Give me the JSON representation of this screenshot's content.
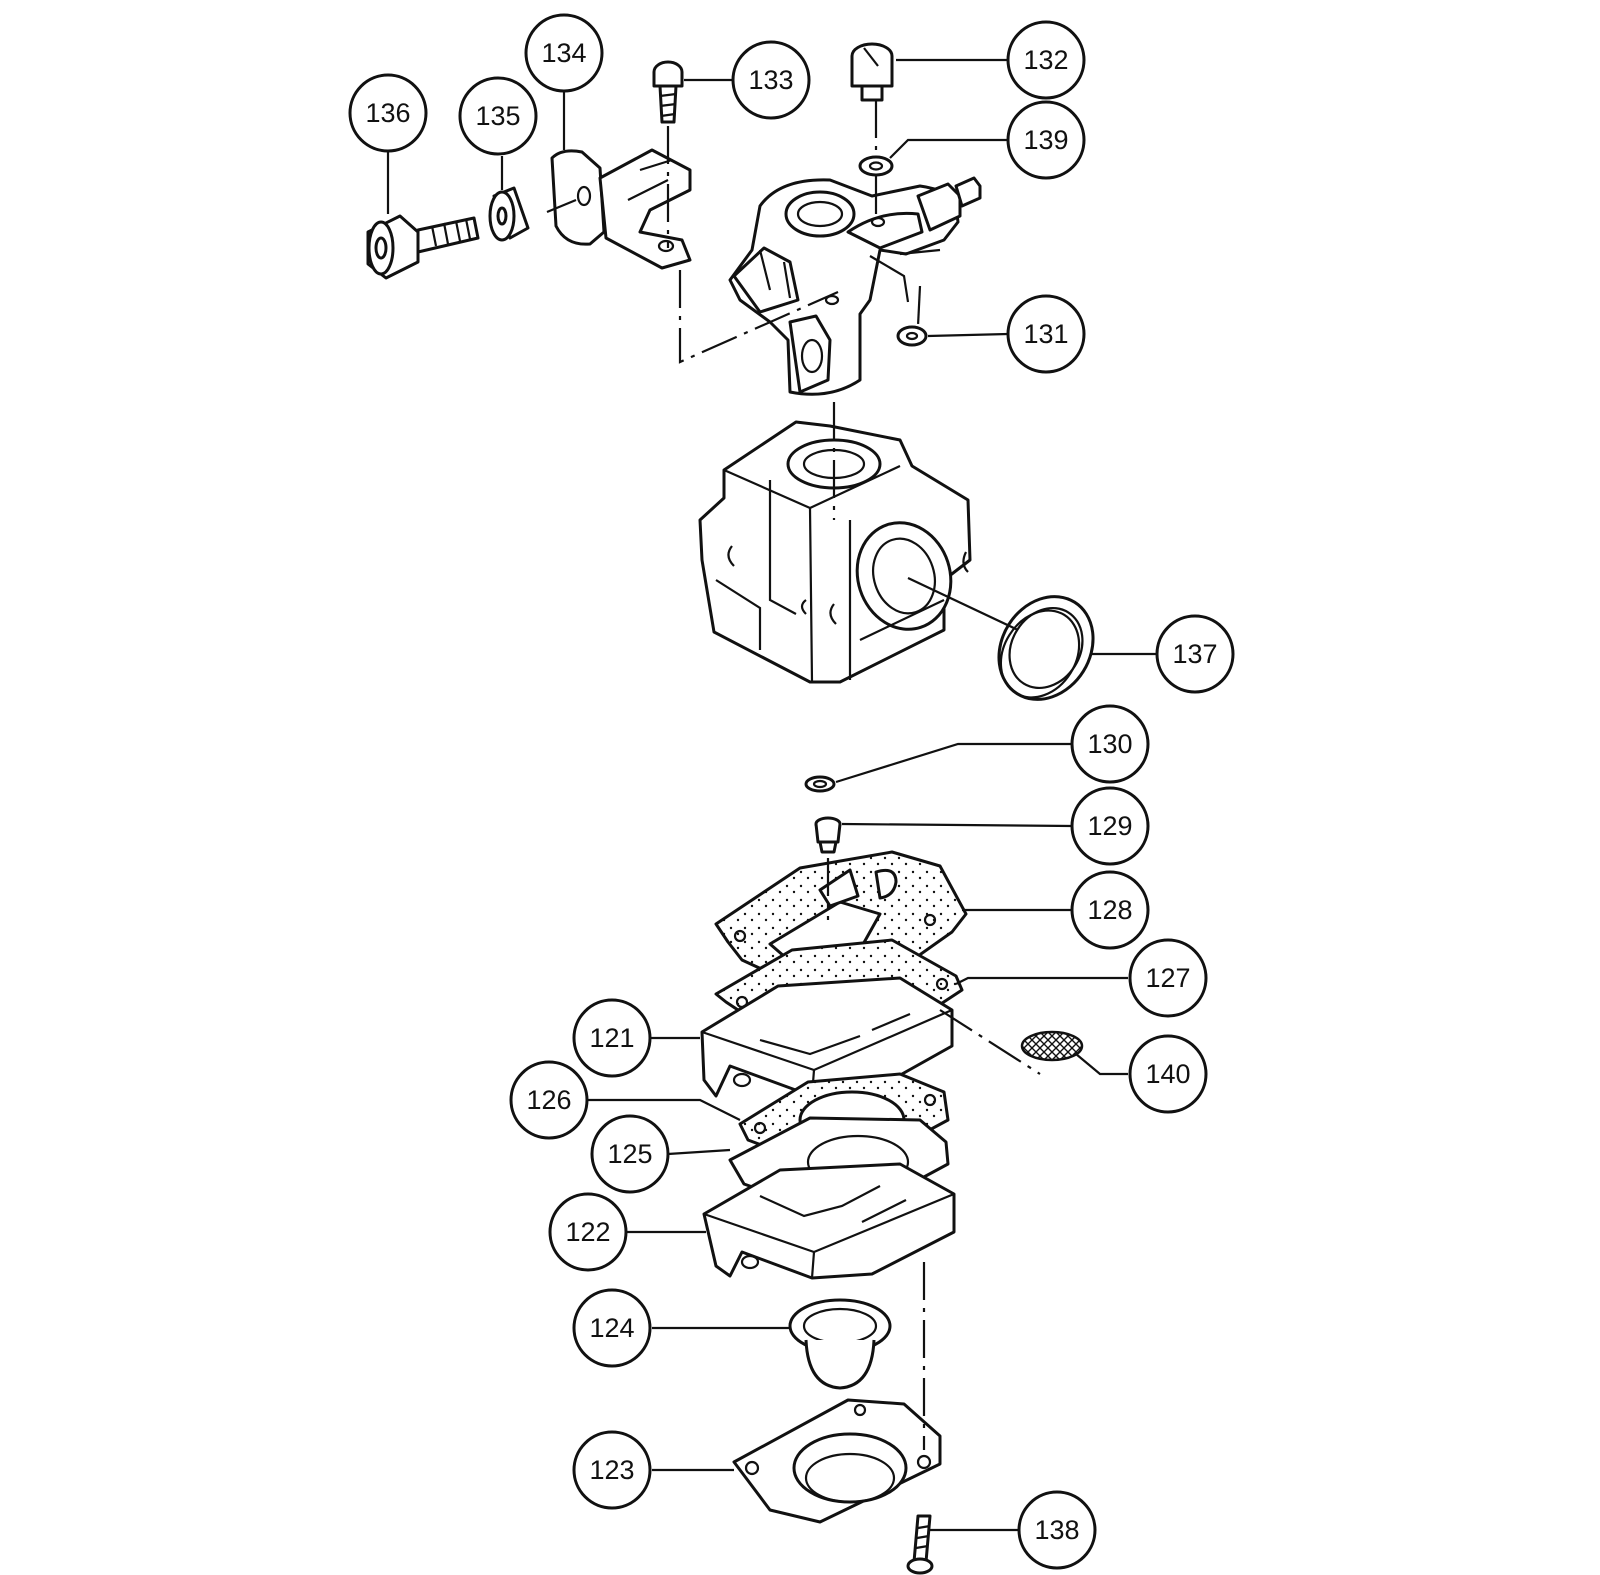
{
  "diagram": {
    "callouts": [
      {
        "id": "c121",
        "label": "121"
      },
      {
        "id": "c122",
        "label": "122"
      },
      {
        "id": "c123",
        "label": "123"
      },
      {
        "id": "c124",
        "label": "124"
      },
      {
        "id": "c125",
        "label": "125"
      },
      {
        "id": "c126",
        "label": "126"
      },
      {
        "id": "c127",
        "label": "127"
      },
      {
        "id": "c128",
        "label": "128"
      },
      {
        "id": "c129",
        "label": "129"
      },
      {
        "id": "c130",
        "label": "130"
      },
      {
        "id": "c131",
        "label": "131"
      },
      {
        "id": "c132",
        "label": "132"
      },
      {
        "id": "c133",
        "label": "133"
      },
      {
        "id": "c134",
        "label": "134"
      },
      {
        "id": "c135",
        "label": "135"
      },
      {
        "id": "c136",
        "label": "136"
      },
      {
        "id": "c137",
        "label": "137"
      },
      {
        "id": "c138",
        "label": "138"
      },
      {
        "id": "c139",
        "label": "139"
      },
      {
        "id": "c140",
        "label": "140"
      }
    ]
  }
}
